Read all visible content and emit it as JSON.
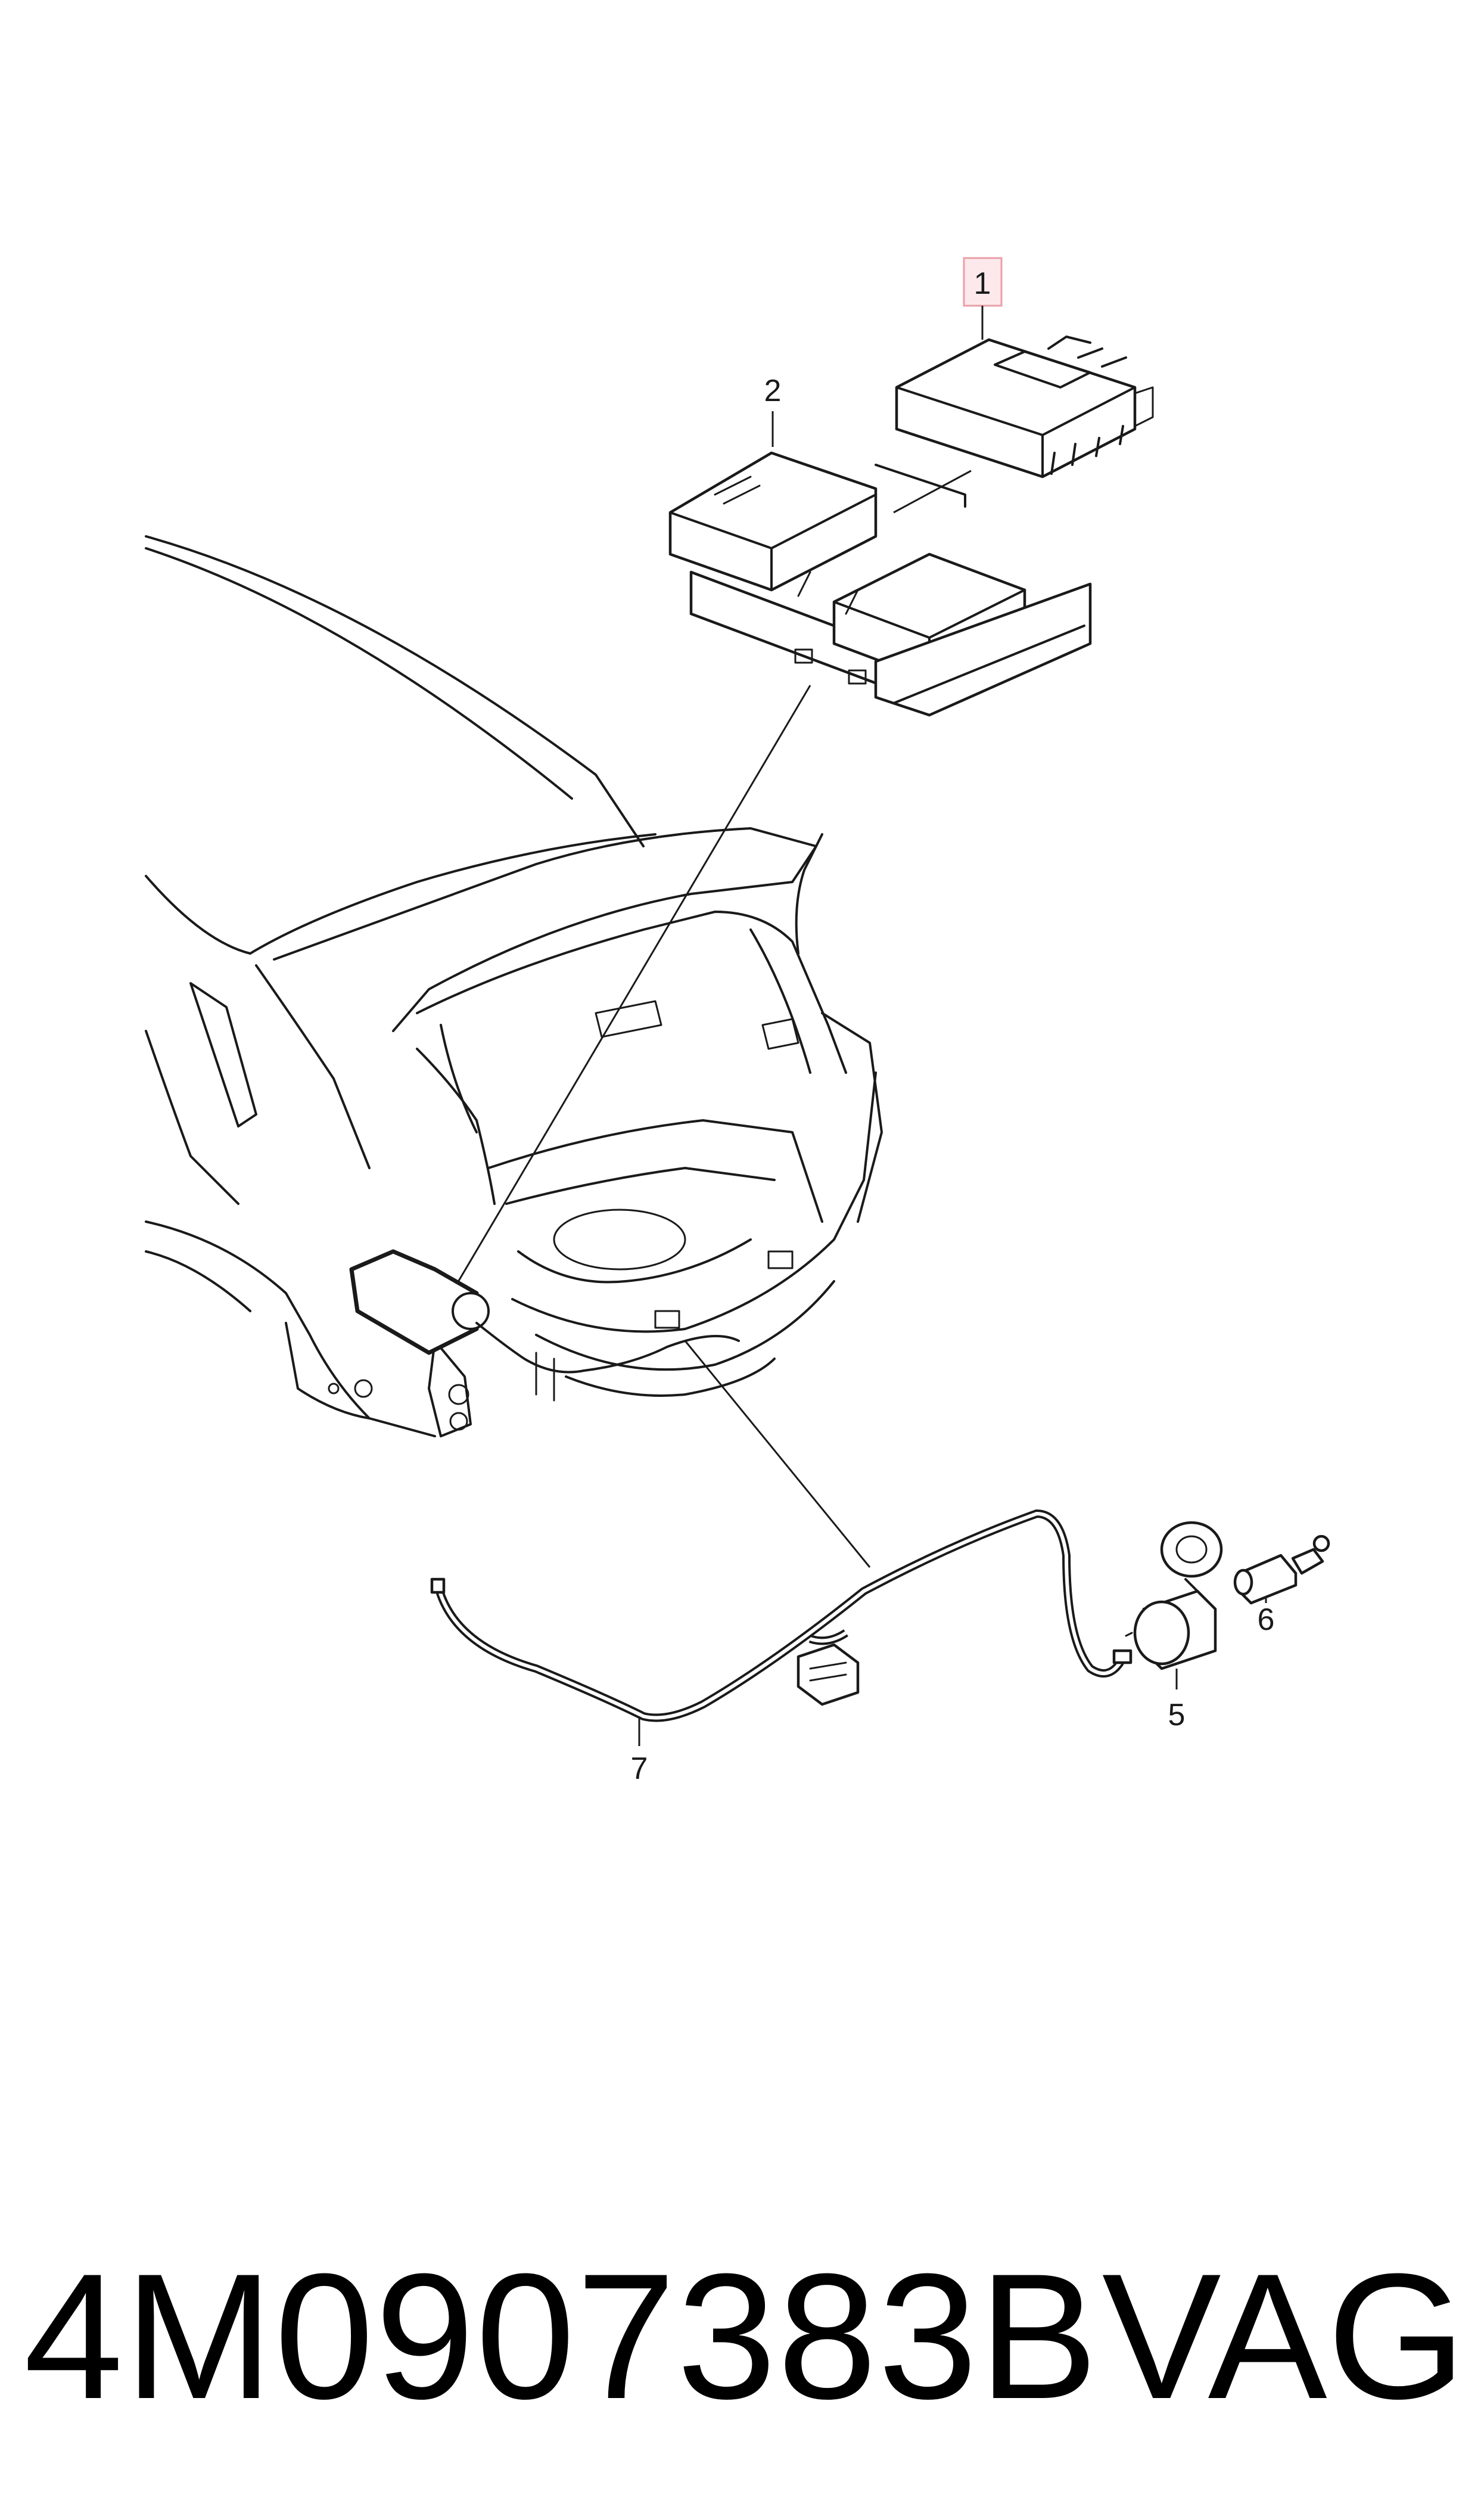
{
  "callouts": {
    "c1": "1",
    "c2": "2",
    "c5": "5",
    "c6": "6",
    "c7": "7"
  },
  "highlight_color": "#e8a0a8",
  "footer": {
    "part_number": "4M0907383B",
    "brand": "VAG"
  }
}
